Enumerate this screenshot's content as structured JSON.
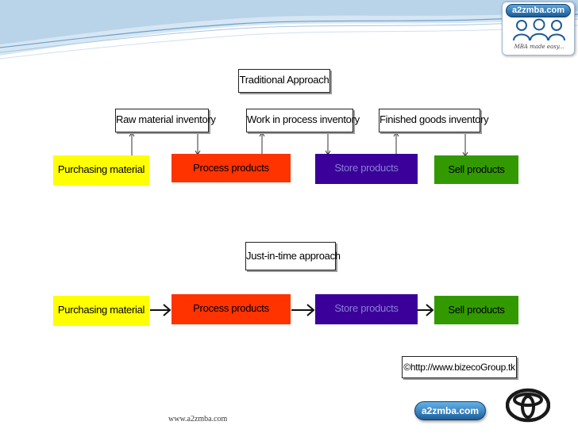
{
  "brand": {
    "logo_text": "a2zmba.com",
    "tagline": "MBA made easy...",
    "footer_logo_text": "a2zmba.com",
    "website": "www.a2zmba.com",
    "accent_blue": "#1b5c98"
  },
  "traditional": {
    "title": "Traditional Approach",
    "inventories": [
      "Raw material inventory",
      "Work in process inventory",
      "Finished goods inventory"
    ],
    "steps": [
      "Purchasing material",
      "Process products",
      "Store products",
      "Sell products"
    ]
  },
  "jit": {
    "title": "Just-in-time approach",
    "steps": [
      "Purchasing material",
      "Process products",
      "Store products",
      "Sell products"
    ]
  },
  "copyright": "©http://www.bizecoGroup.tk",
  "colors": {
    "purchasing": "#ffff00",
    "process": "#ff3300",
    "store": "#3a0099",
    "sell": "#339900",
    "store_text": "#8a7fd6",
    "header_wave": "#b9d3e8"
  },
  "icons": {
    "car_logo": "toyota-emblem-icon",
    "people_logo": "people-group-icon"
  }
}
